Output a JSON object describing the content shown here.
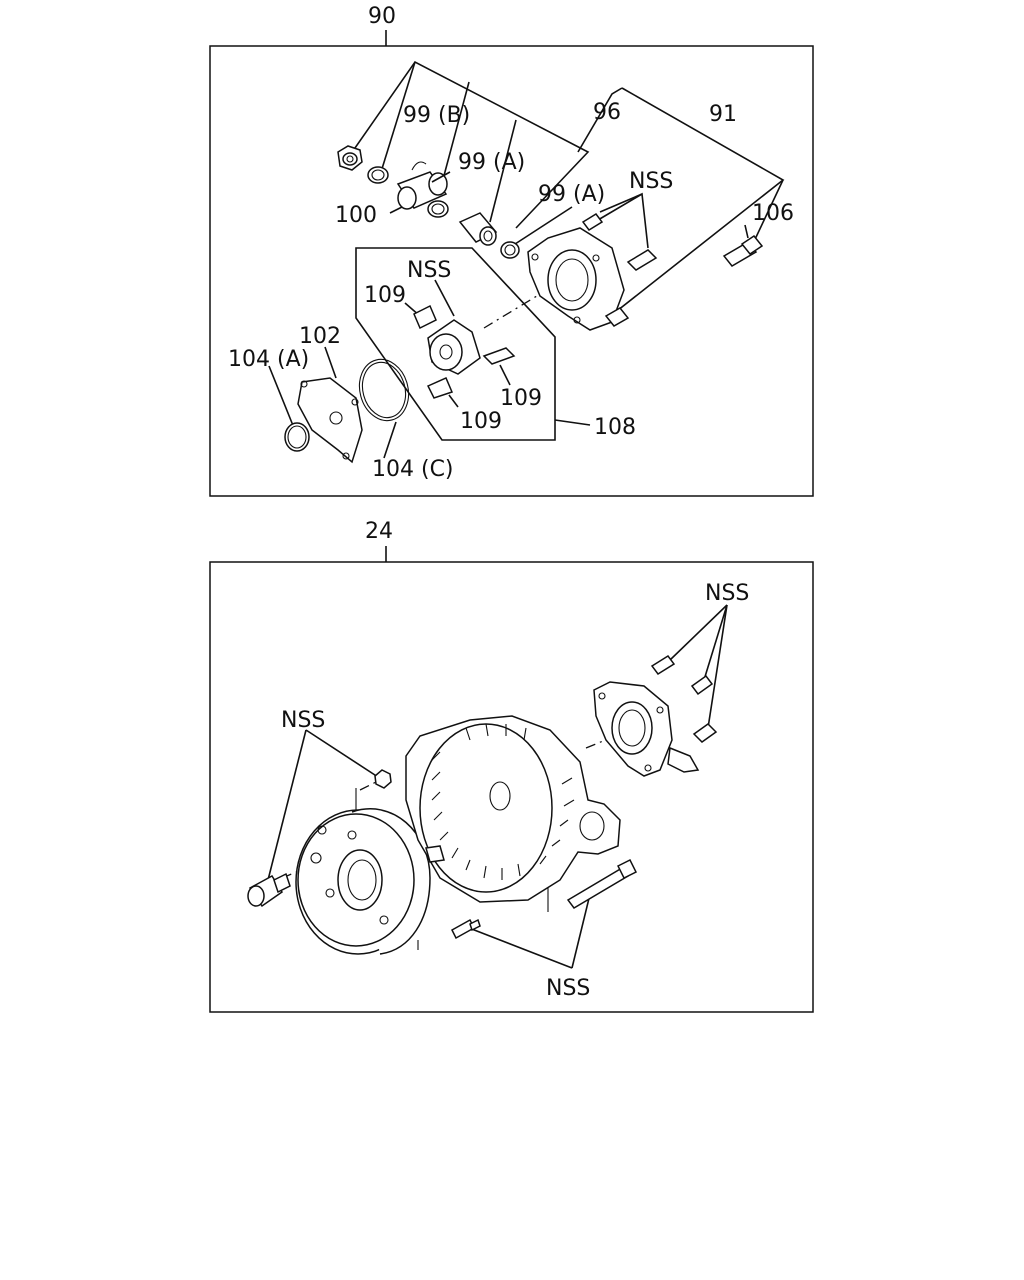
{
  "top_panel": {
    "panel_number": "90",
    "labels": {
      "l99b": "99 (B)",
      "l96": "96",
      "l91": "91",
      "l99a_1": "99 (A)",
      "l99a_2": "99 (A)",
      "lnss_1": "NSS",
      "l106": "106",
      "l100": "100",
      "lnss_2": "NSS",
      "l109_1": "109",
      "l102": "102",
      "l104a": "104 (A)",
      "l109_2": "109",
      "l109_3": "109",
      "l108": "108",
      "l104c": "104 (C)"
    }
  },
  "bottom_panel": {
    "panel_number": "24",
    "labels": {
      "lnss_top": "NSS",
      "lnss_left": "NSS",
      "lnss_bottom": "NSS"
    }
  }
}
